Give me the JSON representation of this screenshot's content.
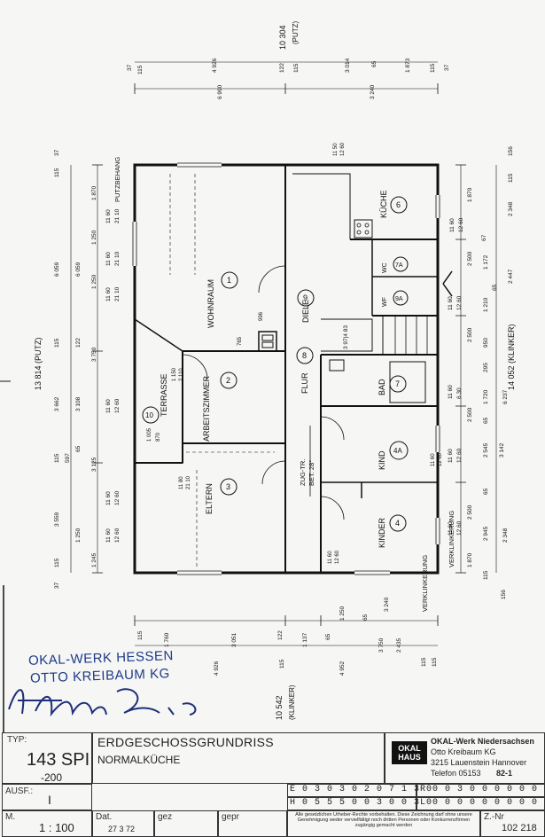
{
  "plan": {
    "rooms": [
      {
        "name": "WOHNRAUM",
        "num": "1"
      },
      {
        "name": "ARBEITSZIMMER",
        "num": "2"
      },
      {
        "name": "ELTERN",
        "num": "3"
      },
      {
        "name": "KINDER",
        "num": "4"
      },
      {
        "name": "KIND",
        "num": "4A"
      },
      {
        "name": "KÜCHE",
        "num": "6"
      },
      {
        "name": "WC",
        "num": "7A"
      },
      {
        "name": "BAD",
        "num": "7"
      },
      {
        "name": "FLUR",
        "num": "8"
      },
      {
        "name": "DIELE",
        "num": "9"
      },
      {
        "name": "WF",
        "num": "9A"
      },
      {
        "name": "TERRASSE",
        "num": "10"
      }
    ],
    "labels": {
      "putzbehang": "PUTZBEHANG",
      "verklinkerung_right": "VERKLINKERUNG",
      "verklinkerung_bottom": "VERKLINKERUNG",
      "zug_tr": "ZUG-TR.",
      "bet": "BET. 28°",
      "dim_top_total": "10 304",
      "dim_top_putz": "(PUTZ)",
      "dim_left_total": "13 814 (PUTZ)",
      "dim_right_total": "14 052 (KLINKER)",
      "dim_bottom_total": "10 542",
      "dim_bottom_klinker": "(KLINKER)",
      "stair_note": "3 97|4 83"
    },
    "dims": {
      "top": [
        "37",
        "115",
        "4 926",
        "122",
        "115",
        "3 014",
        "65",
        "1 873",
        "115",
        "37"
      ],
      "top2": [
        "6 990",
        "3 240"
      ],
      "left": [
        "37",
        "115",
        "1 870",
        "1 250",
        "6 059",
        "6 059",
        "1 250",
        "115",
        "122",
        "3 750",
        "3 662",
        "3 108",
        "115",
        "597",
        "65",
        "3 125",
        "3 559",
        "1 250",
        "115",
        "1 245",
        "37"
      ],
      "left_pairs": [
        "11 60",
        "21 10",
        "11 60",
        "21 10",
        "11 60",
        "21 10",
        "11 60",
        "12 60",
        "11 60",
        "12 60",
        "11 60",
        "12 60"
      ],
      "right": [
        "156",
        "115",
        "2 348",
        "1 870",
        "67",
        "2 500",
        "1 172",
        "2 447",
        "65",
        "1 210",
        "2 500",
        "950",
        "295",
        "1 720",
        "6 237",
        "2 500",
        "65",
        "2 545",
        "3 142",
        "2 500",
        "65",
        "2 945",
        "2 348",
        "1 870",
        "115",
        "156"
      ],
      "right_pairs": [
        "11 60",
        "12 60",
        "11 60",
        "12 60",
        "11 60",
        "6 30",
        "11 60",
        "12 60",
        "11 60",
        "12 60"
      ],
      "bottom": [
        "115",
        "1 760",
        "3 051",
        "122",
        "1 137",
        "65",
        "4 926",
        "115",
        "4 952",
        "1 250",
        "65",
        "3 750",
        "2 435",
        "3 240",
        "115",
        "115"
      ],
      "inner": [
        "996",
        "765",
        "1 150",
        "2 110",
        "11 50",
        "12 60",
        "11 60",
        "12 60",
        "11 80",
        "21 10",
        "1 005",
        "870",
        "11 60",
        "12 60"
      ]
    }
  },
  "stamp": {
    "line1": "OKAL-WERK HESSEN",
    "line2": "OTTO KREIBAUM KG"
  },
  "titleblock": {
    "typ_label": "TYP:",
    "typ_value": "143 SPI",
    "typ_sub": "-200",
    "ausf_label": "AUSF.:",
    "ausf_value": "I",
    "m_label": "M.",
    "scale": "1 : 100",
    "title": "ERDGESCHOSSGRUNDRISS",
    "subtitle": "NORMALKÜCHE",
    "dat_label": "Dat.",
    "dat_value": "27 3 72",
    "gez_label": "gez",
    "gepr_label": "gepr",
    "logo_line1": "OKAL",
    "logo_line2": "HAUS",
    "company_1": "OKAL-Werk Niedersachsen",
    "company_2": "Otto Kreibaum KG",
    "company_3": "3215 Lauenstein Hannover",
    "company_4": "Telefon 05153",
    "company_4b": "82-1",
    "code_e": "E 0 3 0 3 0 2 0 7 1 3 0",
    "code_h": "H 0 5 5 5 0 0 3 0 0 3 0",
    "code_r": "R 0 0 3 0 0 0 0 0 0",
    "code_l": "L 0 0 0 0 0 0 0 0 0",
    "legal": "Alle gesetzlichen Urheber-Rechte vorbehalten. Diese Zeichnung darf ohne unsere Genehmigung weder vervielfältigt noch dritten Personen oder Konkurrenzfirmen zugängig gemacht werden",
    "znr_label": "Z.-Nr",
    "znr_value": "102 218"
  }
}
